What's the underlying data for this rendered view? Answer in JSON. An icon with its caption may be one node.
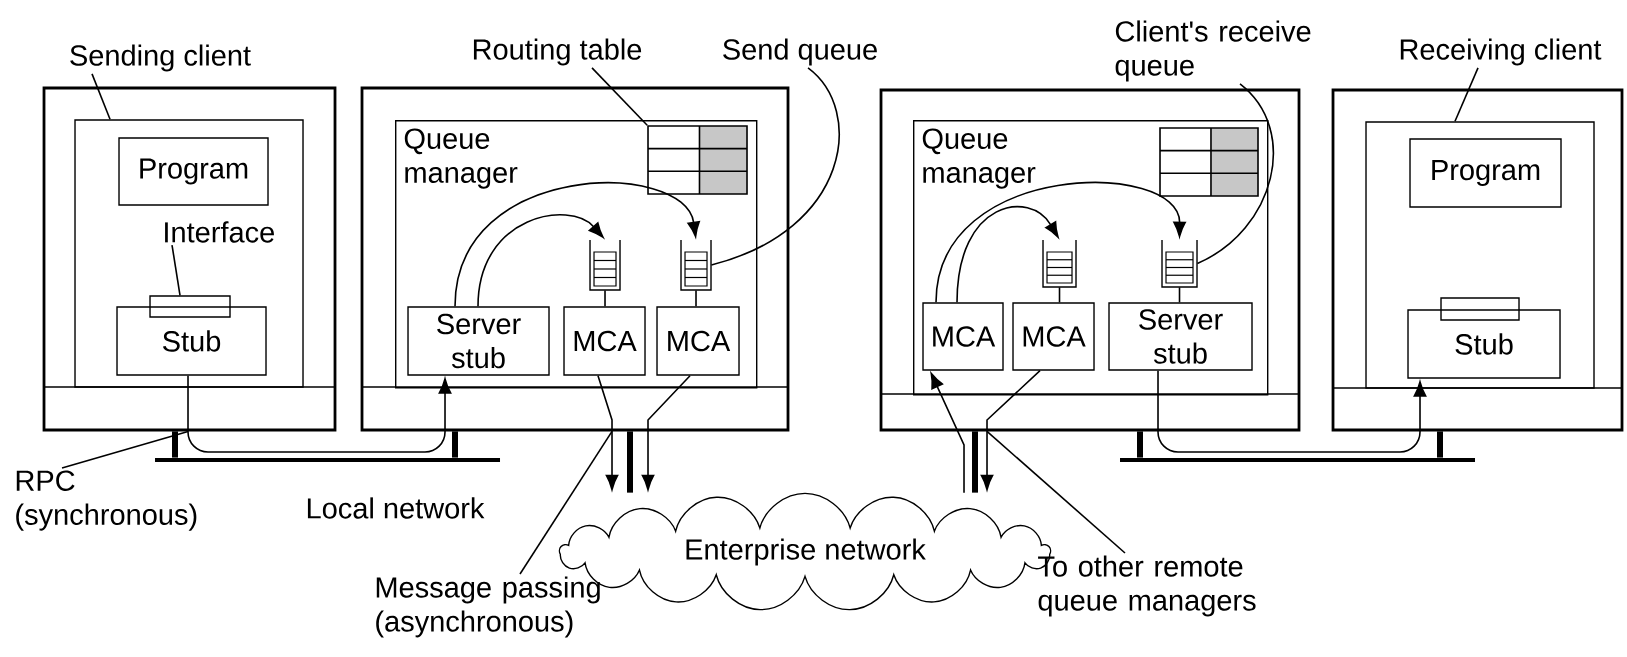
{
  "diagram": {
    "nodes": [
      {
        "text": [],
        "shape": "box"
      },
      {
        "text": [],
        "shape": "box",
        "in": 0
      },
      {
        "text": [
          "Program"
        ],
        "in": 1
      },
      {
        "text": [],
        "shape": "box",
        "in": 1
      },
      {
        "text": [
          "Stub"
        ],
        "in": 1
      },
      {
        "text": [],
        "shape": "box"
      },
      {
        "text": [
          "Queue manager"
        ],
        "in": 5
      },
      {
        "text": [],
        "shape": "table",
        "in": 6
      },
      {
        "text": [
          "Server stub"
        ],
        "in": 6
      },
      {
        "text": [
          "MCA"
        ],
        "in": 6
      },
      {
        "text": [
          "MCA"
        ],
        "in": 6
      },
      {
        "text": [],
        "shape": "stack",
        "in": 6
      },
      {
        "text": [],
        "shape": "stack",
        "in": 6
      },
      {
        "text": [],
        "shape": "box"
      },
      {
        "text": [
          "Queue manager"
        ],
        "in": 13
      },
      {
        "text": [],
        "shape": "table",
        "in": 14
      },
      {
        "text": [
          "MCA"
        ],
        "in": 14
      },
      {
        "text": [
          "MCA"
        ],
        "in": 14
      },
      {
        "text": [
          "Server stub"
        ],
        "in": 14
      },
      {
        "text": [],
        "shape": "stack",
        "in": 14
      },
      {
        "text": [],
        "shape": "stack",
        "in": 14
      },
      {
        "text": [],
        "shape": "box"
      },
      {
        "text": [],
        "shape": "box",
        "in": 21
      },
      {
        "text": [
          "Program"
        ],
        "in": 22
      },
      {
        "text": [],
        "shape": "box",
        "in": 22
      },
      {
        "text": [
          "Stub"
        ],
        "in": 22
      },
      {
        "text": [
          "Enterprise network"
        ]
      },
      {
        "text": [
          "Sending client"
        ]
      },
      {
        "text": [
          "Interface"
        ],
        "in": 1
      },
      {
        "text": [
          "Routing table"
        ]
      },
      {
        "text": [
          "Send queue"
        ]
      },
      {
        "text": [
          "Client's receive queue"
        ]
      },
      {
        "text": [
          "Receiving client"
        ]
      },
      {
        "text": [
          "RPC (synchronous)"
        ]
      },
      {
        "text": [
          "Message passing (asynchronous)"
        ]
      },
      {
        "text": [
          "To other remote queue managers"
        ]
      },
      {
        "text": [],
        "shape": "bar",
        "beside": [
          "Local network"
        ]
      },
      {
        "text": [],
        "shape": "bar"
      }
    ],
    "edges": [
      {
        "from": 4,
        "to": 8,
        "arrow": "to"
      },
      {
        "from": 18,
        "to": 25,
        "arrow": "to"
      },
      {
        "from": 8,
        "to": 11,
        "arrow": "to"
      },
      {
        "from": 8,
        "to": 12,
        "arrow": "to"
      },
      {
        "from": 11,
        "to": 9,
        "arrow": "none"
      },
      {
        "from": 12,
        "to": 10,
        "arrow": "none"
      },
      {
        "from": 9,
        "to": 26,
        "arrow": "to"
      },
      {
        "from": 10,
        "to": 26,
        "arrow": "to"
      },
      {
        "from": 16,
        "to": 19,
        "arrow": "to"
      },
      {
        "from": 16,
        "to": 20,
        "arrow": "to"
      },
      {
        "from": 19,
        "to": 17,
        "arrow": "none"
      },
      {
        "from": 20,
        "to": 18,
        "arrow": "none"
      },
      {
        "from": 26,
        "to": 16,
        "arrow": "to"
      },
      {
        "from": 17,
        "to": 26,
        "arrow": "to"
      },
      {
        "from": 27,
        "to": 1,
        "arrow": "none"
      },
      {
        "from": 28,
        "to": 3,
        "arrow": "none"
      },
      {
        "from": 29,
        "to": 7,
        "arrow": "none"
      },
      {
        "from": 30,
        "to": 12,
        "arrow": "none"
      },
      {
        "from": 31,
        "to": 20,
        "arrow": "none"
      },
      {
        "from": 32,
        "to": 22,
        "arrow": "none"
      },
      {
        "from": 33,
        "to": 0,
        "arrow": "none"
      },
      {
        "from": 34,
        "to": 5,
        "arrow": "none"
      },
      {
        "from": 35,
        "to": 13,
        "arrow": "none"
      },
      {
        "from": 0,
        "to": 36,
        "arrow": "none",
        "style": "thick"
      },
      {
        "from": 5,
        "to": 36,
        "arrow": "none",
        "style": "thick"
      },
      {
        "from": 5,
        "to": 26,
        "arrow": "none",
        "style": "thick"
      },
      {
        "from": 13,
        "to": 26,
        "arrow": "none",
        "style": "thick"
      },
      {
        "from": 13,
        "to": 37,
        "arrow": "none",
        "style": "thick"
      },
      {
        "from": 21,
        "to": 37,
        "arrow": "none",
        "style": "thick"
      }
    ]
  }
}
